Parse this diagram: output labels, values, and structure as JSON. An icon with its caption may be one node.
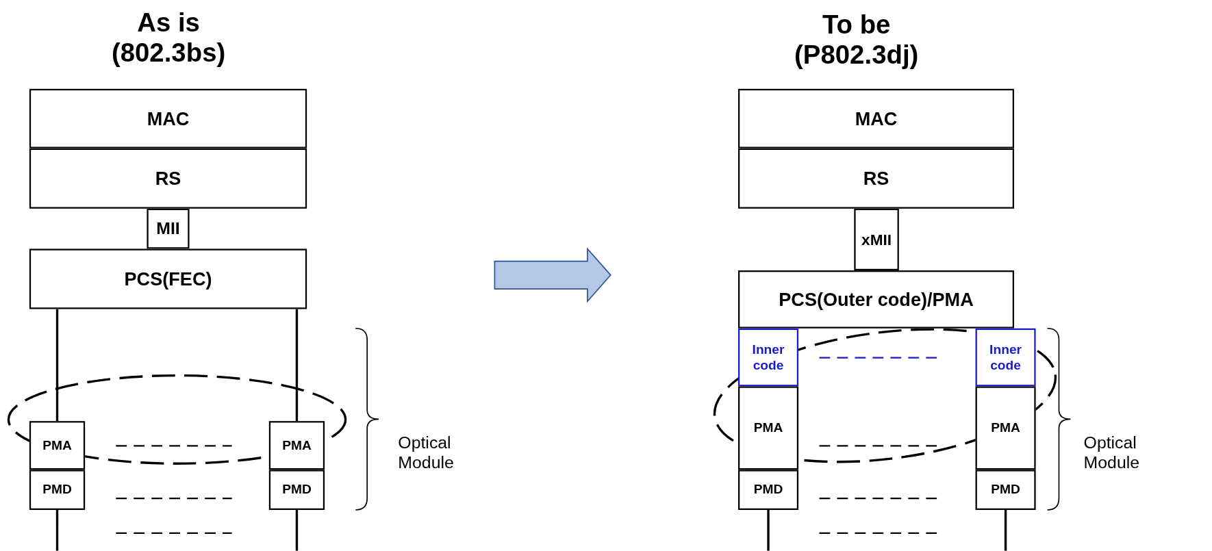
{
  "diagram": {
    "nodes": [
      {
        "text": [
          "MAC"
        ]
      },
      {
        "text": [
          "RS"
        ]
      },
      {
        "text": [
          "MII"
        ]
      },
      {
        "text": [
          "PCS(FEC)"
        ]
      },
      {
        "text": [
          "PMA"
        ]
      },
      {
        "text": [
          "PMA"
        ]
      },
      {
        "text": [
          "PMD"
        ]
      },
      {
        "text": [
          "PMD"
        ]
      },
      {
        "text": [
          "MAC"
        ]
      },
      {
        "text": [
          "RS"
        ]
      },
      {
        "text": [
          "xMII"
        ]
      },
      {
        "text": [
          "PCS(Outer code)/PMA"
        ]
      },
      {
        "text": [
          "Inner code"
        ]
      },
      {
        "text": [
          "Inner code"
        ]
      },
      {
        "text": [
          "PMA"
        ]
      },
      {
        "text": [
          "PMA"
        ]
      },
      {
        "text": [
          "PMD"
        ]
      },
      {
        "text": [
          "PMD"
        ]
      }
    ],
    "edges": [
      {
        "from": 3,
        "to": 4,
        "arrow": "none"
      },
      {
        "from": 3,
        "to": 5,
        "arrow": "none"
      },
      {
        "from": 6,
        "to": null,
        "arrow": "none"
      },
      {
        "from": 7,
        "to": null,
        "arrow": "none"
      },
      {
        "from": 16,
        "to": null,
        "arrow": "none"
      },
      {
        "from": 17,
        "to": null,
        "arrow": "none"
      }
    ],
    "labels": [
      "As is (802.3bs)",
      "To be (P802.3dj)",
      "Optical Module",
      "Optical Module"
    ]
  }
}
